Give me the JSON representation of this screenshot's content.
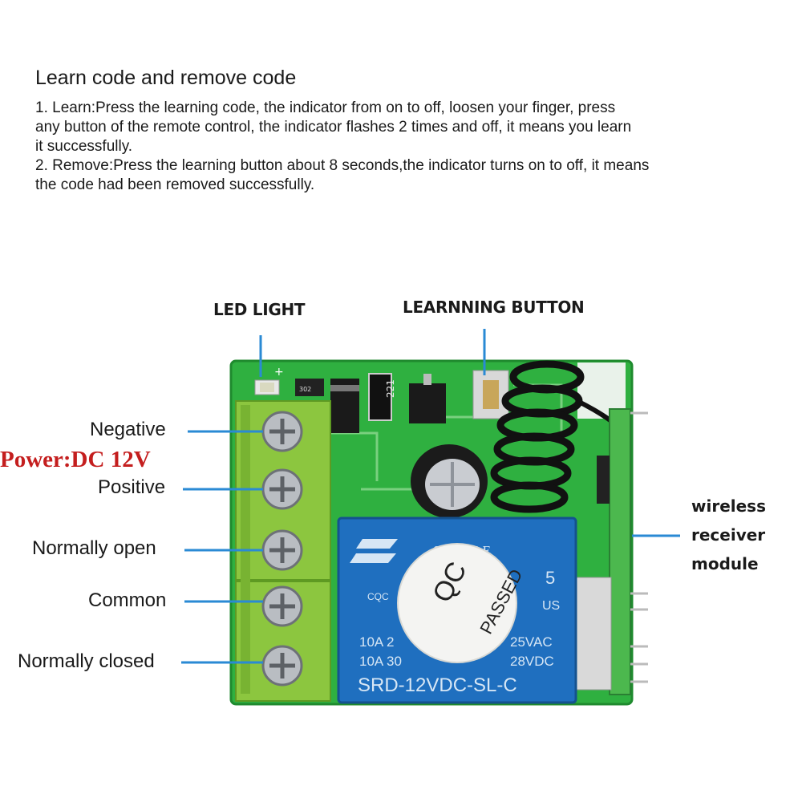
{
  "header": {
    "title": "Learn code and remove code",
    "lines": [
      "1. Learn:Press the learning code, the indicator from on to off, loosen your finger, press",
      "any button of the remote control, the indicator flashes 2 times and off, it means you learn",
      "it successfully.",
      "2. Remove:Press the learning button about 8 seconds,the indicator turns on to off, it means",
      "the code had been removed successfully."
    ]
  },
  "callouts": {
    "led": "LED LIGHT",
    "button": "LEARNNING BUTTON"
  },
  "terminals": {
    "negative": "Negative",
    "power": "Power:DC 12V",
    "positive": "Positive",
    "normally_open": "Normally open",
    "common": "Common",
    "normally_closed": "Normally closed"
  },
  "module": {
    "line1": "wireless",
    "line2": "receiver",
    "line3": "module"
  },
  "relay": {
    "brand": "SONGLE",
    "row1_left": "10A 2",
    "row1_right": "25VAC",
    "row2_left": "10A 30",
    "row2_right": "28VDC",
    "model": "SRD-12VDC-SL-C",
    "cert": "CQC",
    "five": "5",
    "us": "US"
  },
  "qc_sticker": {
    "line1": "QC",
    "line2": "PASSED"
  },
  "pcb": {
    "resistor": "221",
    "small_chip": "302"
  },
  "colors": {
    "pcb": "#2fb040",
    "terminal": "#8cc63f",
    "relay": "#1f6fbf",
    "pointer": "#2a8ad4",
    "power_text": "#c41e1e"
  }
}
